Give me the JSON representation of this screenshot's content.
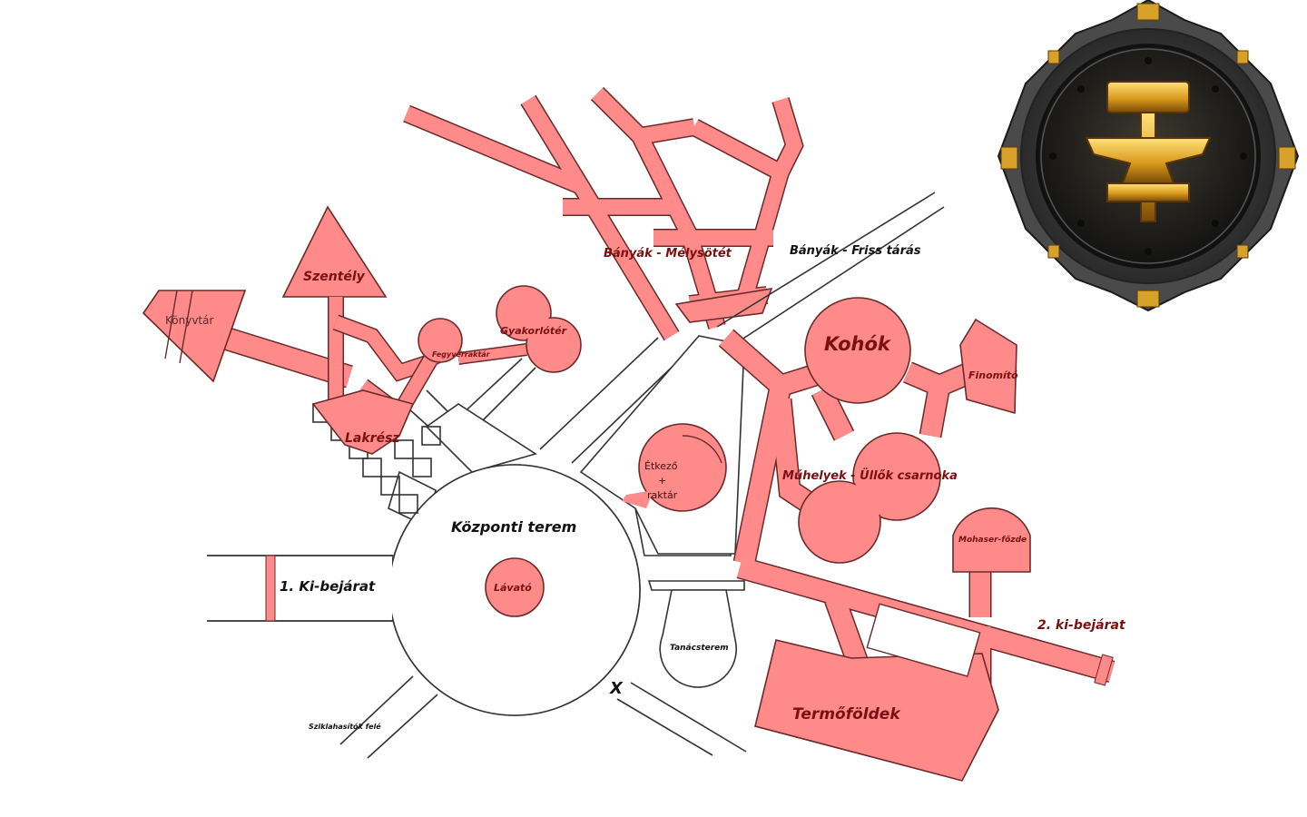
{
  "labels": {
    "szentely": "Szentély",
    "konyvtar": "Könyvtár",
    "fegyverraktar": "Fegyverraktár",
    "gyakorloter": "Gyakorlótér",
    "lakresz": "Lakrész",
    "banyak_melysotet": "Bányák - Mélysötét",
    "banyak_friss": "Bányák - Friss tárás",
    "kohok": "Kohók",
    "finomito": "Finomító",
    "etkezo_1": "Étkező",
    "etkezo_2": "+",
    "etkezo_3": "raktár",
    "muhelyek": "Műhelyek - Üllők csarnoka",
    "kozponti": "Központi terem",
    "mohaser": "Mohaser-főzde",
    "bejarat1": "1. Ki-bejárat",
    "lavato": "Lávató",
    "bejarat2": "2. ki-bejárat",
    "tanacsterem": "Tanácsterem",
    "termofoldek": "Termőföldek",
    "sziklahasitok": "Sziklahasítók felé",
    "x_marker": "X"
  },
  "colors": {
    "zone": "#ff8a8a",
    "zone_edge": "#6b2a2a",
    "label_dark": "#7a1010",
    "wall": "#333333"
  },
  "emblem": {
    "icon": "dwarf-hammer-anvil-emblem-icon"
  }
}
